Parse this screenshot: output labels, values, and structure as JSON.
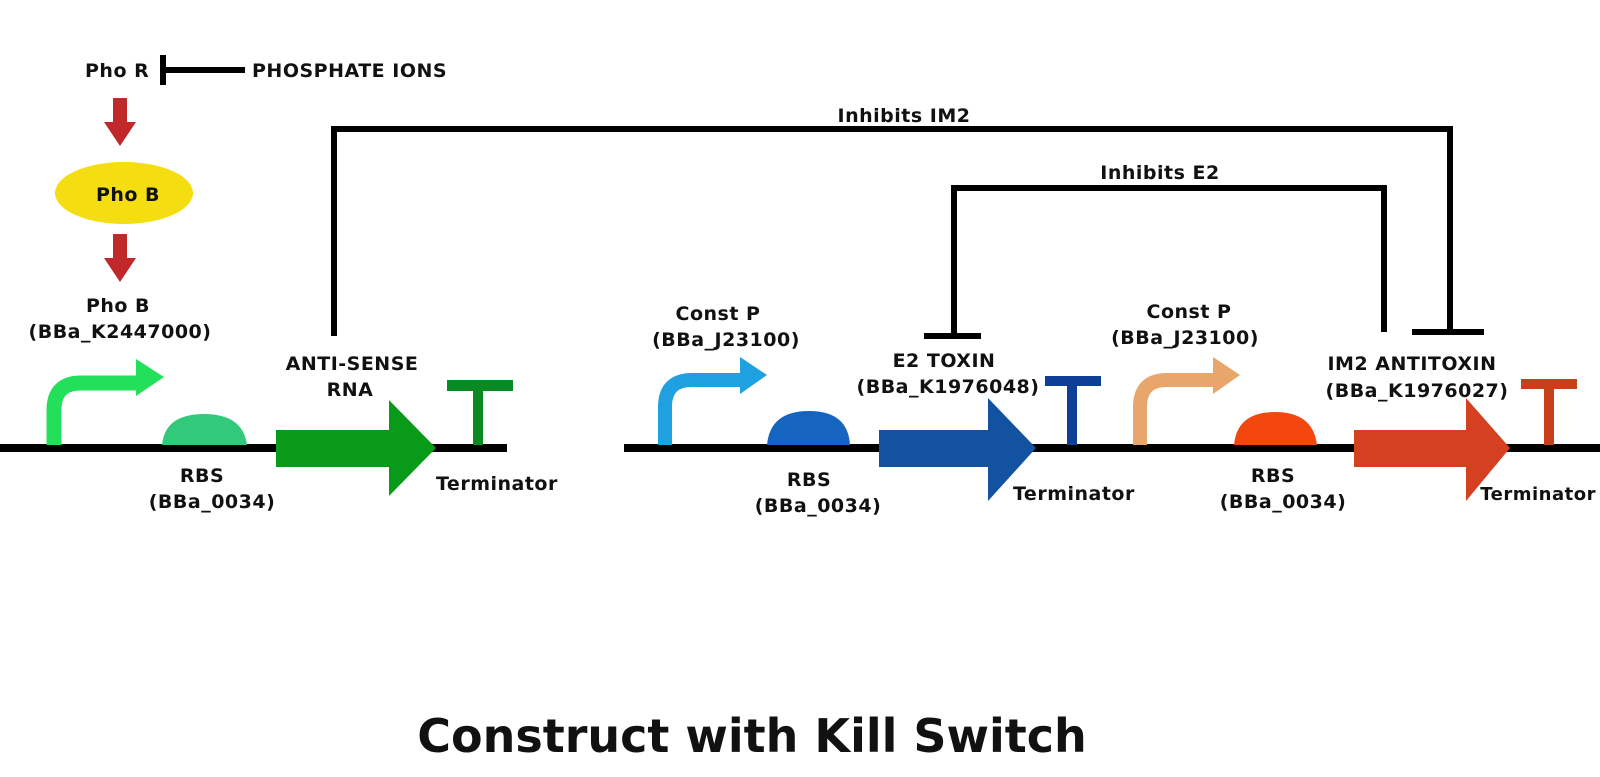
{
  "title": "Construct with Kill Switch",
  "regulation": {
    "pho_r": "Pho R",
    "phosphate_ions": "PHOSPHATE IONS",
    "pho_b_protein": "Pho B",
    "pho_b_promoter_name": "Pho B",
    "pho_b_promoter_id": "(BBa_K2447000)"
  },
  "inhibitions": {
    "im2": "Inhibits IM2",
    "e2": "Inhibits E2"
  },
  "cassette1": {
    "cds_line1": "ANTI-SENSE",
    "cds_line2": "RNA",
    "rbs_name": "RBS",
    "rbs_id": "(BBa_0034)",
    "terminator": "Terminator"
  },
  "cassette2": {
    "promoter_name": "Const P",
    "promoter_id": "(BBa_J23100)",
    "cds_name": "E2 TOXIN",
    "cds_id": "(BBa_K1976048)",
    "rbs_name": "RBS",
    "rbs_id": "(BBa_0034)",
    "terminator": "Terminator"
  },
  "cassette3": {
    "promoter_name": "Const P",
    "promoter_id": "(BBa_J23100)",
    "cds_name": "IM2 ANTITOXIN",
    "cds_id": "(BBa_K1976027)",
    "rbs_name": "RBS",
    "rbs_id": "(BBa_0034)",
    "terminator": "Terminator"
  },
  "colors": {
    "promoter1": "#22e05a",
    "rbs1": "#33c97a",
    "cds1": "#0a9a1a",
    "terminator1": "#0a8a22",
    "promoter2": "#1fa0e0",
    "rbs2": "#1565c0",
    "cds2": "#1352a0",
    "terminator2": "#0d3f96",
    "promoter3": "#e8a66a",
    "rbs3": "#f4470f",
    "cds3": "#d44020",
    "terminator3": "#c8401a",
    "pho_b_oval": "#f4dd10",
    "activation_arrow": "#c0282a"
  }
}
